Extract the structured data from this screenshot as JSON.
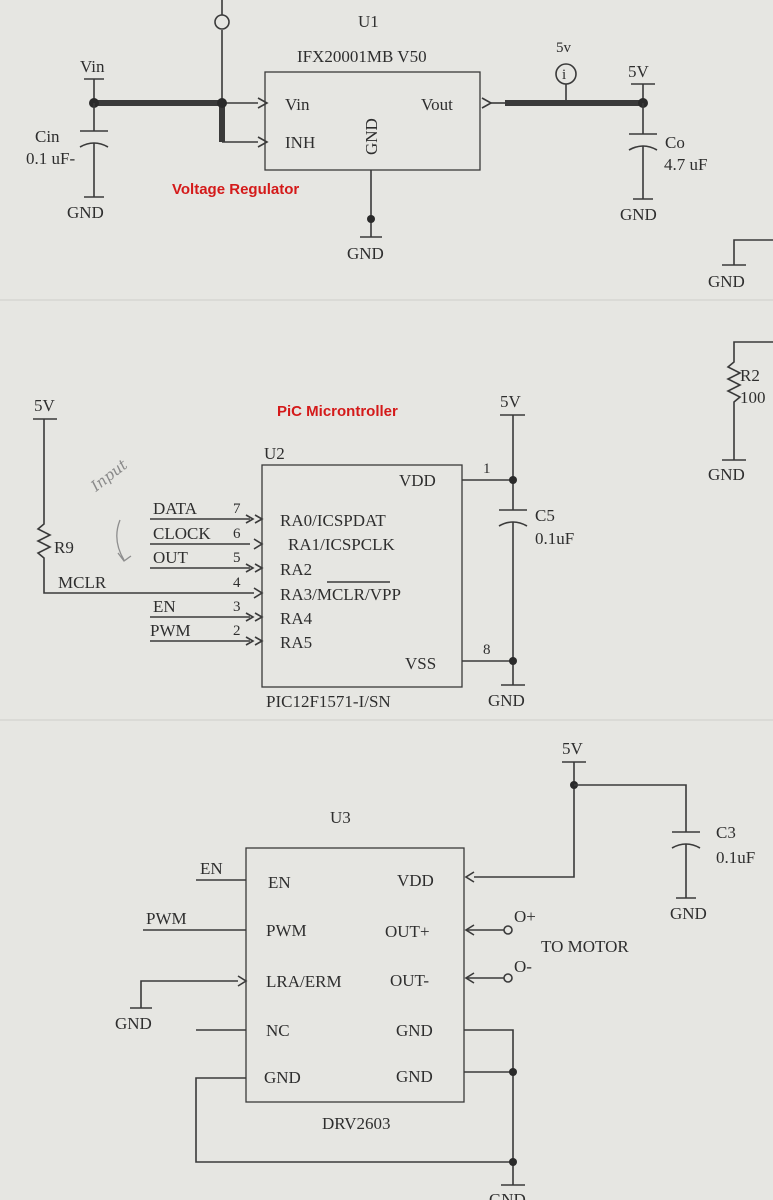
{
  "sections": {
    "regulator": "Voltage Regulator",
    "micro": "PiC Microntroller"
  },
  "u1": {
    "ref": "U1",
    "part": "IFX20001MB V50",
    "pins": {
      "vin": "Vin",
      "inh": "INH",
      "gnd": "GND",
      "vout": "Vout"
    },
    "vin_net": "Vin",
    "cin_name": "Cin",
    "cin_value": "0.1 uF-",
    "gnd_left": "GND",
    "gnd_bottom": "GND",
    "probe": "5v",
    "probe_symbol": "i",
    "out_net": "5V",
    "co_name": "Co",
    "co_value": "4.7 uF",
    "gnd_right": "GND"
  },
  "right_side": {
    "gnd_top": "GND",
    "r2_name": "R2",
    "r2_value": "100",
    "gnd_bottom": "GND"
  },
  "u2": {
    "ref": "U2",
    "part": "PIC12F1571-I/SN",
    "pins": {
      "vdd": "VDD",
      "vss": "VSS",
      "ra0": "RA0/ICSPDAT",
      "ra1": "RA1/ICSPCLK",
      "ra2": "RA2",
      "ra3": "RA3/MCLR/VPP",
      "ra4": "RA4",
      "ra5": "RA5"
    },
    "pin_numbers": {
      "ra0": "7",
      "ra1": "6",
      "ra2": "5",
      "ra3": "4",
      "ra4": "3",
      "ra5": "2",
      "vdd": "1",
      "vss": "8"
    },
    "nets": {
      "data": "DATA",
      "clock": "CLOCK",
      "out": "OUT",
      "mclr": "MCLR",
      "en": "EN",
      "pwm": "PWM"
    },
    "supply_left": "5V",
    "r9": "R9",
    "supply_right": "5V",
    "c5_name": "C5",
    "c5_value": "0.1uF",
    "gnd": "GND",
    "note": "Input"
  },
  "u3": {
    "ref": "U3",
    "part": "DRV2603",
    "pins": {
      "en": "EN",
      "pwm": "PWM",
      "lra": "LRA/ERM",
      "nc": "NC",
      "gnd_left": "GND",
      "vdd": "VDD",
      "outp": "OUT+",
      "outm": "OUT-",
      "gnd_r1": "GND",
      "gnd_r2": "GND"
    },
    "nets": {
      "en": "EN",
      "pwm": "PWM",
      "gnd_lra": "GND"
    },
    "supply": "5V",
    "c3_name": "C3",
    "c3_value": "0.1uF",
    "c3_gnd": "GND",
    "op": "O+",
    "om": "O-",
    "to_motor": "TO MOTOR",
    "gnd_bottom": "GND"
  }
}
